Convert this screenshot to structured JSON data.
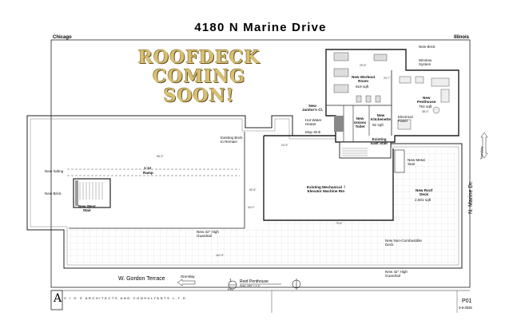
{
  "header": {
    "title": "4180 N Marine Drive",
    "city": "Chicago",
    "state": "Illinois"
  },
  "banner": {
    "line1": "ROOFDECK",
    "line2": "COMING",
    "line3": "SOON!"
  },
  "labels": {
    "new_brick_top": "New Brick",
    "window_system": "Window\nSystem",
    "new_workout_room": "New Workout\nRoom",
    "workout_area": "619 sqft",
    "new_penthouse": "New\nPenthouse",
    "penthouse_area": "754 sqft",
    "new_janitors_cl": "New\nJanitor's Cl.",
    "hot_water_heater": "Hot Water\nHeater",
    "mop_sink": "Mop Sink",
    "new_unisex_toilet": "New\nUnisex\nToilet",
    "new_kitchenette": "New\nKitchenette",
    "kitchenette_area": "92 sqft",
    "electrical_panel": "Electrical\nPanel",
    "existing_east_stair": "Existing\nEast Stair",
    "existing_brick": "Existing Brick\nto Remain",
    "new_metal_stair": "New Metal\nStair",
    "new_siding": "New Siding",
    "ramp_slope": "1:12",
    "ramp": "Ramp",
    "new_brick_left": "New Brick",
    "new_west_stair": "New West\nStair",
    "existing_mechanical": "Existing Mechanical  /\nElevator Machine Rm",
    "new_roof_deck": "New Roof\nDeck",
    "roof_deck_area": "2,501 sqft",
    "guardrail_left": "New 42\" High\nGuardrail",
    "non_combustible_deck": "New Non-Combustible\nDeck",
    "guardrail_right": "New 42\" High\nGuardrail"
  },
  "dimensions": {
    "d1": "29'-6\"",
    "d2": "23'-7\"",
    "d3": "38'-0\"",
    "d4": "96'-3\"",
    "d5": "50'-6\"",
    "d6": "34'-0\"",
    "d7": "24'-9\"",
    "d8": "79'-6\"",
    "d9": "110'-9\""
  },
  "streets": {
    "left": "W. Gordon Terrace",
    "one_way": "One-Way",
    "right": "N. Marine Dr.",
    "two_way": "Two-Way"
  },
  "title_block": {
    "number": "1",
    "name": "Roof Penthouse",
    "scale": "Scale: 3/32\" = 1'-0\"",
    "sheet_ref": "P01"
  },
  "firm": {
    "logo_letter": "A",
    "name": "X I O S    ARCHITECTS AND CONSULTANTS L.T.D."
  },
  "sheet": {
    "number": "P01",
    "date": "3-6-2025"
  },
  "colors": {
    "banner_gold": "#d8c070",
    "line": "#222222"
  }
}
